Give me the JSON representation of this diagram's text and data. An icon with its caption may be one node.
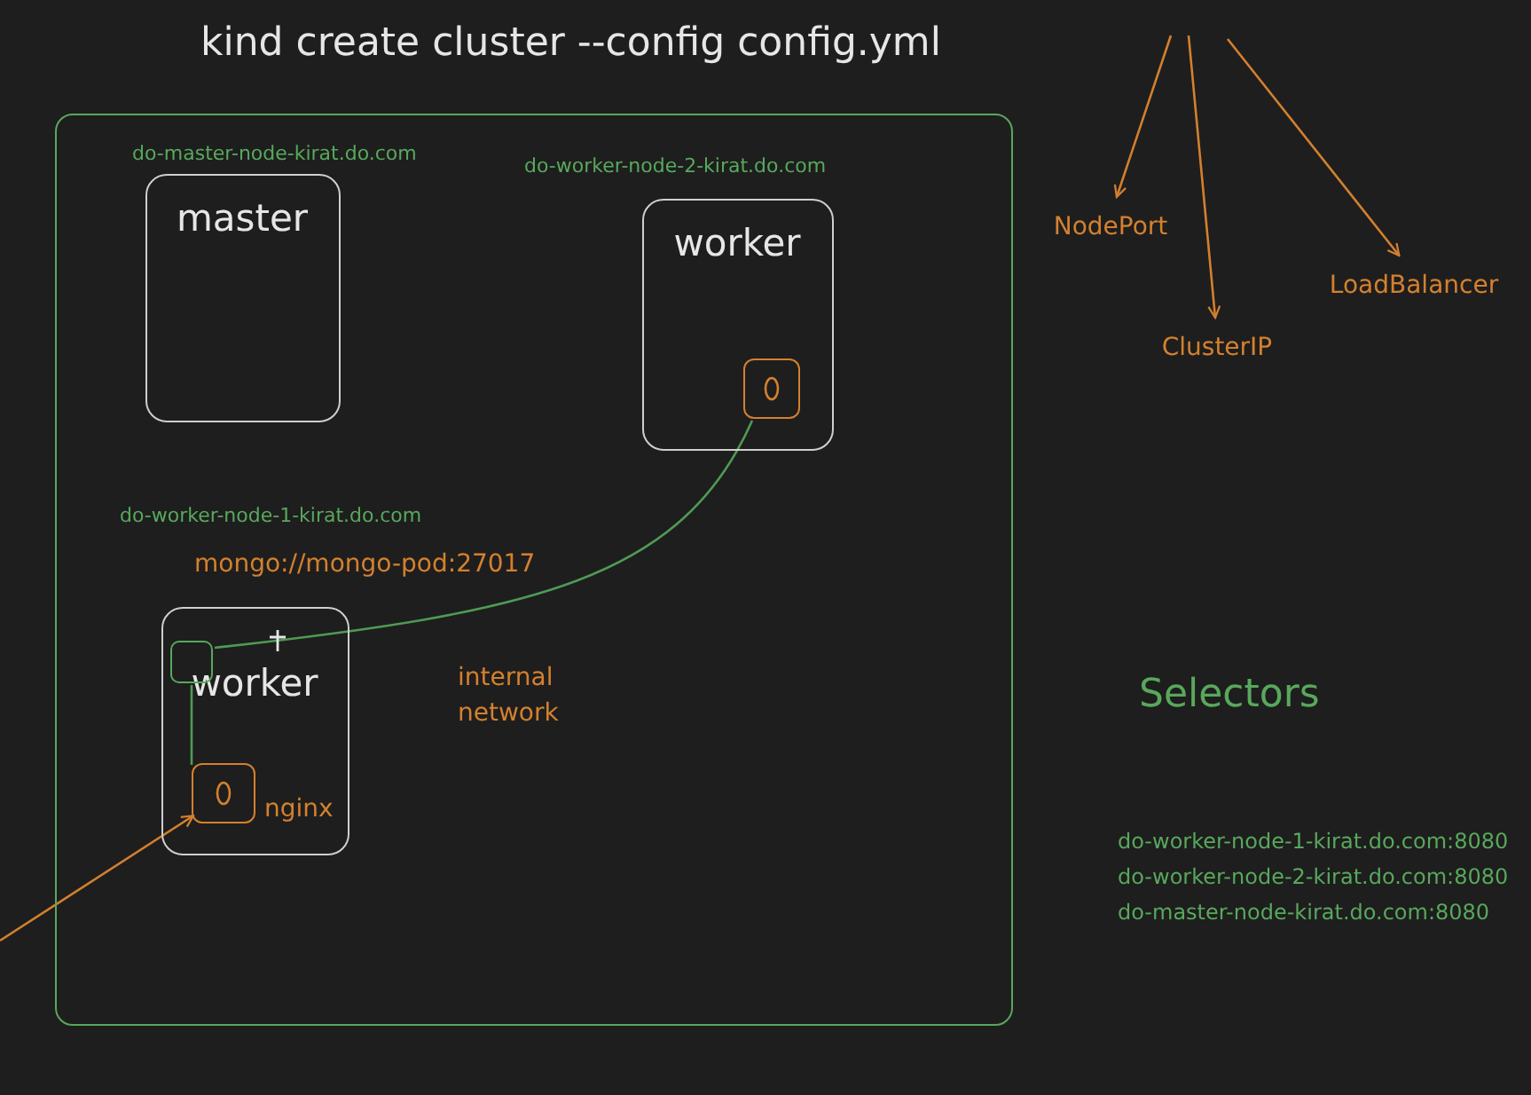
{
  "diagram": {
    "title": "kind create cluster --config config.yml",
    "nodes": [
      {
        "text": [],
        "shape": "box"
      },
      {
        "text": [
          "master"
        ],
        "beside": [
          "do-master-node-kirat.do.com"
        ],
        "in": 0
      },
      {
        "text": [
          "worker"
        ],
        "beside": [
          "do-worker-node-2-kirat.do.com"
        ],
        "in": 0
      },
      {
        "text": [],
        "shape": "box",
        "in": 2
      },
      {
        "text": [
          "worker"
        ],
        "beside": [
          "do-worker-node-1-kirat.do.com",
          "mongo://mongo-pod:27017"
        ],
        "in": 0
      },
      {
        "text": [],
        "shape": "box",
        "in": 4
      },
      {
        "text": [],
        "shape": "box",
        "beside": [
          "nginx"
        ],
        "in": 4
      },
      {
        "text": [
          "NodePort"
        ]
      },
      {
        "text": [
          "ClusterIP"
        ]
      },
      {
        "text": [
          "LoadBalancer"
        ]
      }
    ],
    "edges": [
      {
        "from": 3,
        "to": 5,
        "arrow": "none",
        "color": "#4f9a55"
      },
      {
        "from": 5,
        "to": 6,
        "arrow": "none",
        "color": "#4f9a55"
      },
      {
        "from": null,
        "to": 6,
        "arrow": "to"
      },
      {
        "from": null,
        "to": 7,
        "arrow": "to"
      },
      {
        "from": null,
        "to": 8,
        "arrow": "to"
      },
      {
        "from": null,
        "to": 9,
        "arrow": "to"
      }
    ],
    "labels": [
      "internal network",
      "Selectors",
      "do-worker-node-1-kirat.do.com:8080",
      "do-worker-node-2-kirat.do.com:8080",
      "do-master-node-kirat.do.com:8080"
    ]
  }
}
